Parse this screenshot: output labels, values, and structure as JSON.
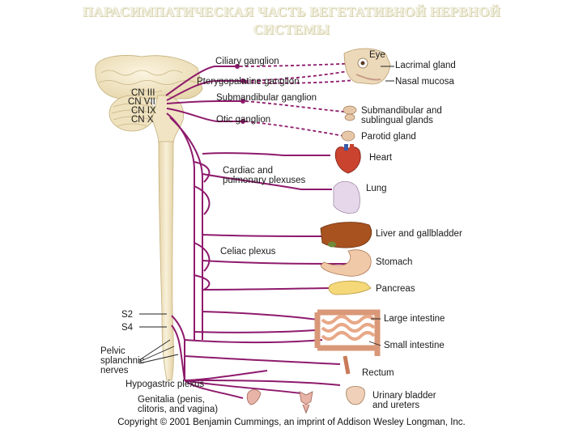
{
  "title": {
    "line1": "ПАРАСИМПАТИЧЕСКАЯ ЧАСТЬ ВЕГЕТАТИВНОЙ НЕРВНОЙ",
    "line2": "СИСТЕМЫ"
  },
  "cranial_nerves": [
    "CN III",
    "CN VII",
    "CN IX",
    "CN X"
  ],
  "ganglia": {
    "ciliary": "Ciliary ganglion",
    "pterygopalatine": "Pterygopalatine ganglion",
    "submandibular": "Submandibular ganglion",
    "otic": "Otic ganglion"
  },
  "plexuses": {
    "cardiac_line1": "Cardiac and",
    "cardiac_line2": "pulmonary plexuses",
    "celiac": "Celiac plexus",
    "hypogastric": "Hypogastric plexus"
  },
  "spinal_segments": [
    "S2",
    "S4"
  ],
  "pelvic_nerves": [
    "Pelvic",
    "splanchnic",
    "nerves"
  ],
  "targets": {
    "eye": "Eye",
    "lacrimal": "Lacrimal gland",
    "nasal": "Nasal mucosa",
    "submandibular_line1": "Submandibular and",
    "submandibular_line2": "sublingual glands",
    "parotid": "Parotid gland",
    "heart": "Heart",
    "lung": "Lung",
    "liver": "Liver and gallbladder",
    "stomach": "Stomach",
    "pancreas": "Pancreas",
    "large_intestine": "Large intestine",
    "small_intestine": "Small intestine",
    "rectum": "Rectum",
    "genitalia_line1": "Genitalia (penis,",
    "genitalia_line2": "clitoris, and vagina)",
    "urinary_line1": "Urinary bladder",
    "urinary_line2": "and ureters"
  },
  "copyright": "Copyright © 2001 Benjamin Cummings, an imprint of Addison Wesley Longman, Inc.",
  "colors": {
    "nerve": "#8e1a6c",
    "brain": "#f1e6c9",
    "spinal_cord": "#f3e9cc"
  }
}
